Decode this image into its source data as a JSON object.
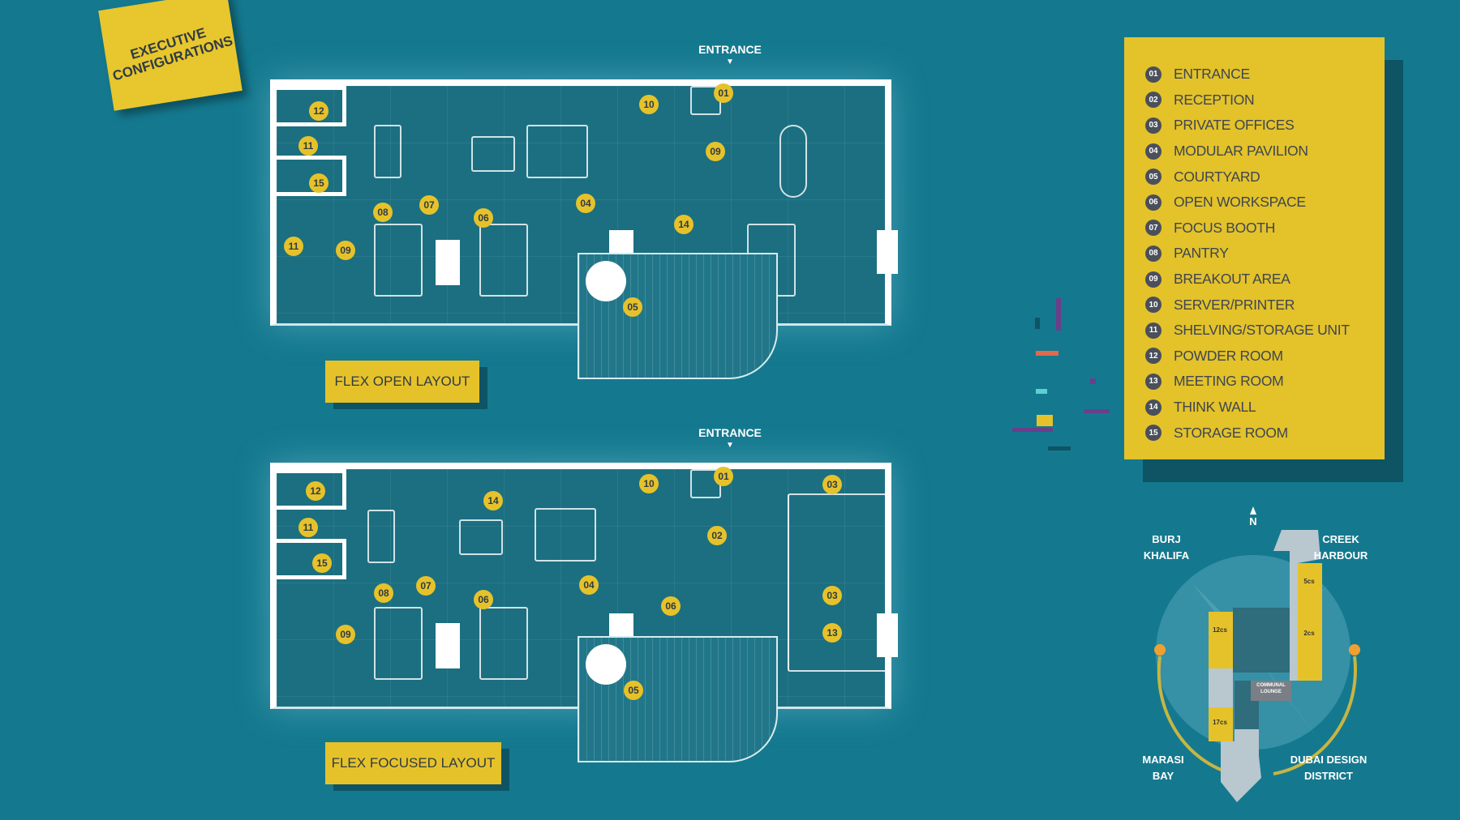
{
  "sticky_note": "EXECUTIVE CONFIGURATIONS",
  "plans": [
    {
      "title": "FLEX OPEN LAYOUT",
      "entrance": "ENTRANCE",
      "markers": [
        "12",
        "11",
        "15",
        "08",
        "07",
        "06",
        "04",
        "10",
        "01",
        "09",
        "14",
        "11",
        "09",
        "05"
      ]
    },
    {
      "title": "FLEX FOCUSED LAYOUT",
      "entrance": "ENTRANCE",
      "markers": [
        "12",
        "11",
        "15",
        "08",
        "07",
        "06",
        "04",
        "14",
        "10",
        "01",
        "02",
        "06",
        "03",
        "03",
        "13",
        "09",
        "05"
      ]
    }
  ],
  "legend": [
    {
      "num": "01",
      "label": "ENTRANCE"
    },
    {
      "num": "02",
      "label": "RECEPTION"
    },
    {
      "num": "03",
      "label": "PRIVATE OFFICES"
    },
    {
      "num": "04",
      "label": "MODULAR PAVILION"
    },
    {
      "num": "05",
      "label": "COURTYARD"
    },
    {
      "num": "06",
      "label": "OPEN WORKSPACE"
    },
    {
      "num": "07",
      "label": "FOCUS BOOTH"
    },
    {
      "num": "08",
      "label": "PANTRY"
    },
    {
      "num": "09",
      "label": "BREAKOUT AREA"
    },
    {
      "num": "10",
      "label": "SERVER/PRINTER"
    },
    {
      "num": "11",
      "label": "SHELVING/STORAGE UNIT"
    },
    {
      "num": "12",
      "label": "POWDER ROOM"
    },
    {
      "num": "13",
      "label": "MEETING ROOM"
    },
    {
      "num": "14",
      "label": "THINK WALL"
    },
    {
      "num": "15",
      "label": "STORAGE ROOM"
    }
  ],
  "site_map": {
    "north": "N",
    "directions": {
      "nw": "BURJ\nKHALIFA",
      "ne": "CREEK\nHARBOUR",
      "sw": "MARASI\nBAY",
      "se": "DUBAI DESIGN\nDISTRICT"
    },
    "units": [
      "5cs",
      "2cs",
      "12cs",
      "17cs"
    ],
    "lounge": "COMMUNAL LOUNGE"
  },
  "colors": {
    "background": "#14798f",
    "accent": "#e6c22a",
    "dark": "#0e5464"
  }
}
